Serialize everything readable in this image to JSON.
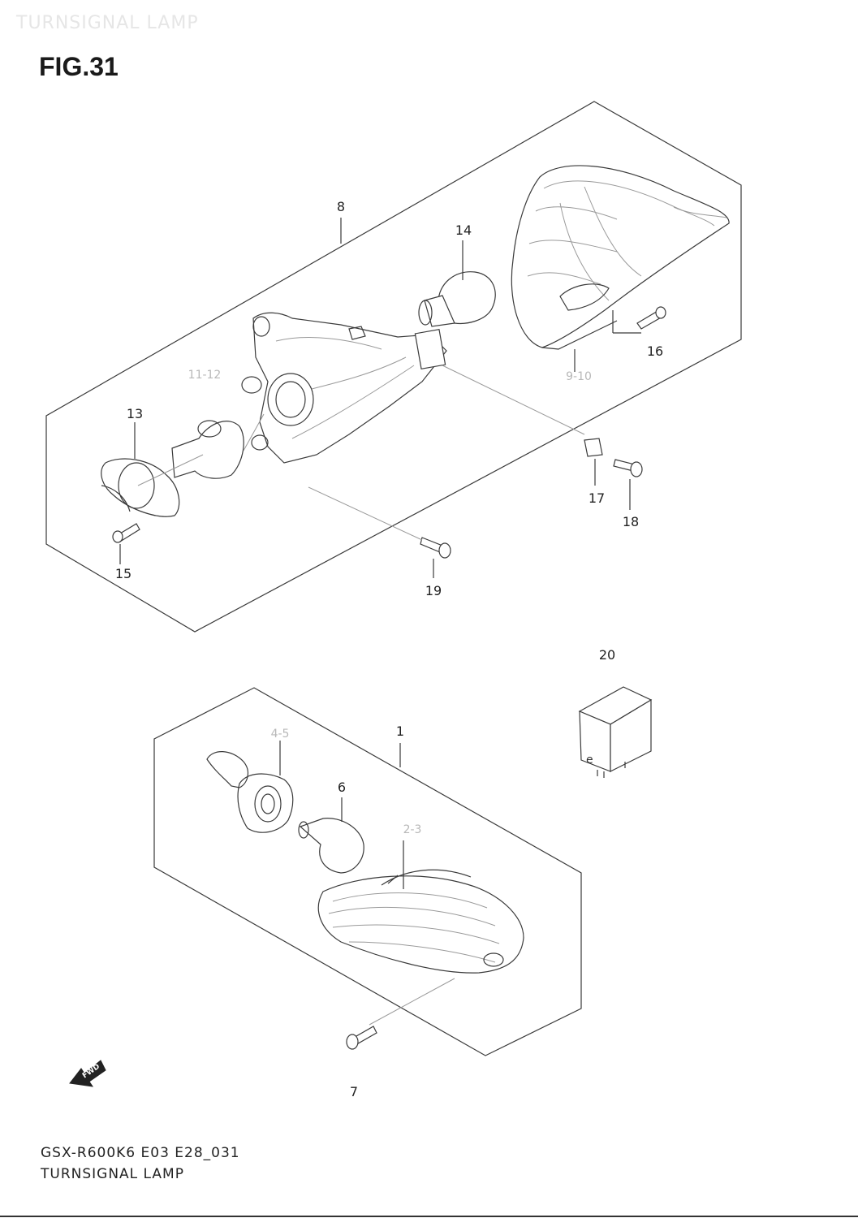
{
  "page": {
    "ghost_title": "TURNSIGNAL LAMP",
    "figure": "FIG.31",
    "footer_code": "GSX-R600K6 E03 E28_031",
    "footer_title": "TURNSIGNAL LAMP"
  },
  "callouts": {
    "c8": "8",
    "c14": "14",
    "c16": "16",
    "c9_10": "9-10",
    "c11_12": "11-12",
    "c13": "13",
    "c17": "17",
    "c18": "18",
    "c15": "15",
    "c19": "19",
    "c20": "20",
    "c1": "1",
    "c4_5": "4-5",
    "c6": "6",
    "c2_3": "2-3",
    "c7": "7"
  },
  "fwd_badge": "FWD"
}
